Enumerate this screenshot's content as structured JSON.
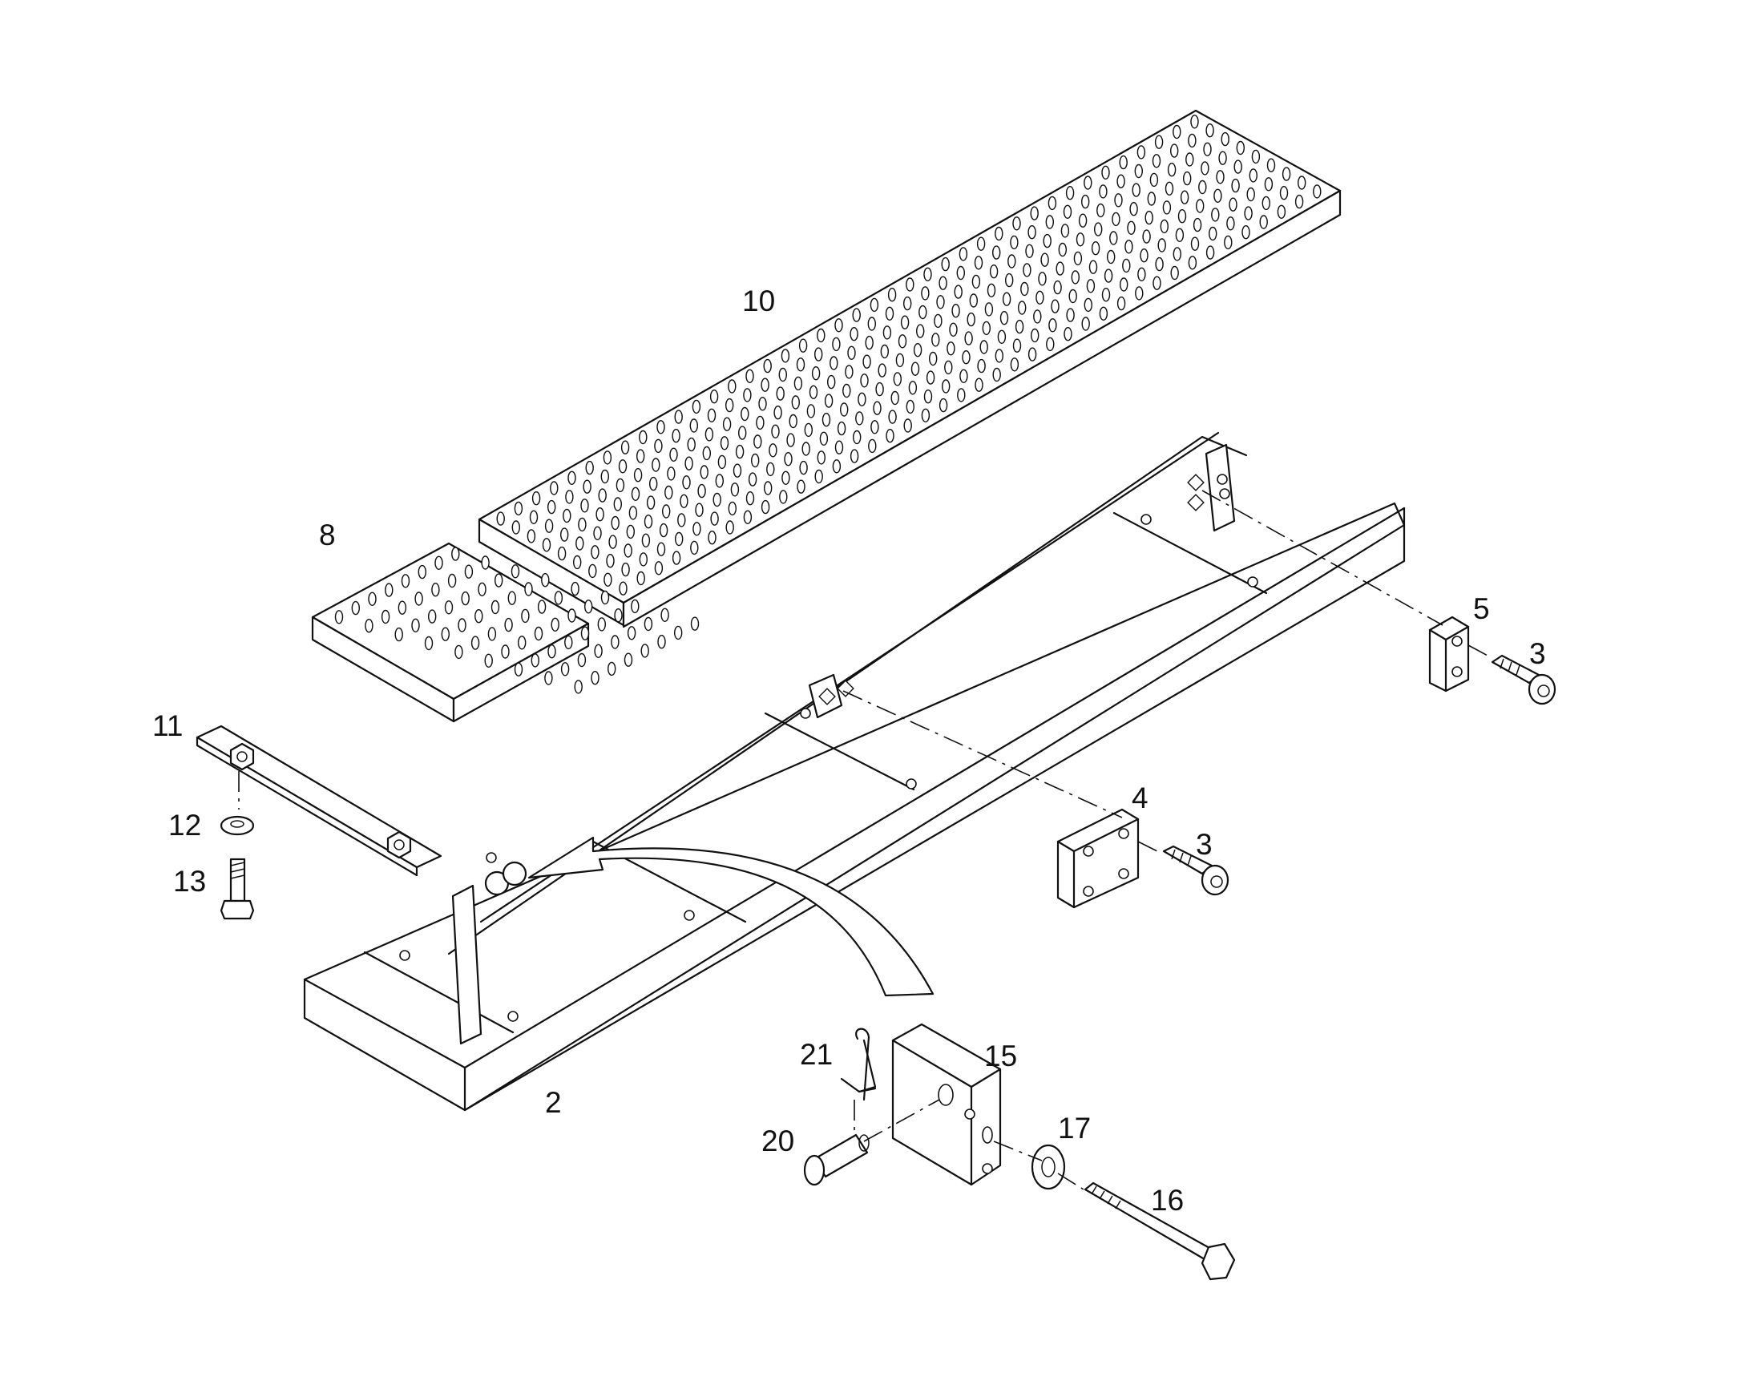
{
  "callouts": {
    "c10": "10",
    "c8": "8",
    "c11": "11",
    "c12": "12",
    "c13": "13",
    "c2": "2",
    "c5": "5",
    "c3a": "3",
    "c4": "4",
    "c3b": "3",
    "c21": "21",
    "c15": "15",
    "c20": "20",
    "c17": "17",
    "c16": "16"
  },
  "colors": {
    "line": "#111111",
    "background": "#ffffff"
  }
}
